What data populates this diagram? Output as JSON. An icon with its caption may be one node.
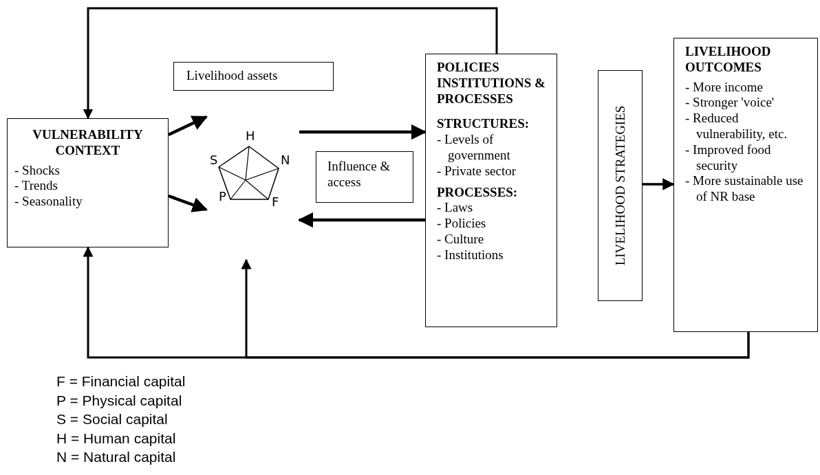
{
  "diagram": {
    "nodes": [
      {
        "text": [
          "VULNERABILITY CONTEXT",
          "- Shocks",
          "- Trends",
          "- Seasonality"
        ]
      },
      {
        "text": [
          "Livelihood assets"
        ]
      },
      {
        "text": [
          "H",
          "S",
          "N",
          "P",
          "F"
        ]
      },
      {
        "text": [
          "Influence & access"
        ]
      },
      {
        "text": [
          "POLICIES INSTITUTIONS & PROCESSES",
          "STRUCTURES:",
          "- Levels of government",
          "- Private sector",
          "PROCESSES:",
          "- Laws",
          "- Policies",
          "- Culture",
          "- Institutions"
        ]
      },
      {
        "text": [
          "LIVELIHOOD STRATEGIES"
        ]
      },
      {
        "text": [
          "LIVELIHOOD OUTCOMES",
          "- More income",
          "- Stronger 'voice'",
          "- Reduced vulnerability, etc.",
          "- Improved food security",
          "- More sustainable use of NR base"
        ]
      }
    ],
    "edges": [
      {
        "from": 4,
        "to": 0,
        "arrow": "to"
      },
      {
        "from": 0,
        "to": 2,
        "arrow": "to"
      },
      {
        "from": 0,
        "to": 2,
        "arrow": "to"
      },
      {
        "from": 2,
        "to": 4,
        "arrow": "to"
      },
      {
        "from": 4,
        "to": 2,
        "arrow": "to"
      },
      {
        "from": 5,
        "to": 6,
        "arrow": "to"
      },
      {
        "from": 6,
        "to": 0,
        "arrow": "to"
      },
      {
        "from": 6,
        "to": 2,
        "arrow": "to"
      }
    ],
    "labels": [
      "F = Financial capital",
      "P = Physical capital",
      "S = Social capital",
      "H = Human capital",
      "N = Natural capital"
    ]
  }
}
